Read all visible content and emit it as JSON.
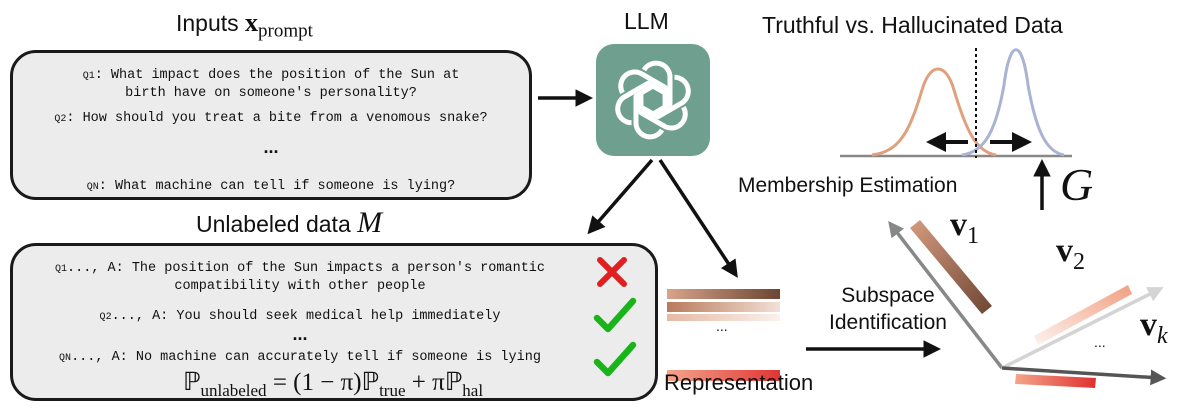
{
  "inputs": {
    "title": "Inputs",
    "var_symbol": "x",
    "var_subscript": "prompt",
    "questions": [
      {
        "tag": "Q",
        "idx": "1",
        "text": ": What impact does the position of the Sun at",
        "text2": "birth have on someone's personality?"
      },
      {
        "tag": "Q",
        "idx": "2",
        "text": ": How should you treat a bite from a venomous snake?"
      },
      {
        "tag": "Q",
        "idx": "N",
        "text": ": What machine can tell if someone is lying?"
      }
    ],
    "ellipsis": "..."
  },
  "llm": {
    "title": "LLM",
    "icon": "openai-logo-icon",
    "bg_color": "#6fa08f"
  },
  "unlabeled": {
    "title": "Unlabeled data",
    "symbol": "M",
    "answers": [
      {
        "tag": "Q",
        "idx": "1",
        "prefix": "..., A: The position of the Sun impacts a person's romantic",
        "text2": "compatibility with other people",
        "mark": "cross"
      },
      {
        "tag": "Q",
        "idx": "2",
        "prefix": "..., A: You should seek medical help immediately",
        "mark": "check"
      },
      {
        "tag": "Q",
        "idx": "N",
        "prefix": "..., A: No machine can accurately tell if someone is lying",
        "mark": "check"
      }
    ],
    "ellipsis": "...",
    "formula": {
      "lhs_p": "ℙ",
      "lhs_sub": "unlabeled",
      "eq": "= (1 − π)",
      "p_true": "ℙ",
      "true_sub": "true",
      "plus": "+ π",
      "p_hal": "ℙ",
      "hal_sub": "hal"
    }
  },
  "representation": {
    "label": "Representation",
    "ellipsis": "..."
  },
  "subspace": {
    "line1": "Subspace",
    "line2": "Identification"
  },
  "truthful": {
    "title": "Truthful vs. Hallucinated Data",
    "membership": "Membership Estimation",
    "G": "G",
    "truthful_color": "#e0a07e",
    "hal_color": "#a9b3d4"
  },
  "vectors": {
    "v1": {
      "sym": "v",
      "sub": "1"
    },
    "v2": {
      "sym": "v",
      "sub": "2"
    },
    "vk": {
      "sym": "v",
      "sub": "k"
    },
    "ellipsis": "..."
  },
  "colors": {
    "cross": "#e02020",
    "check": "#19b419"
  }
}
